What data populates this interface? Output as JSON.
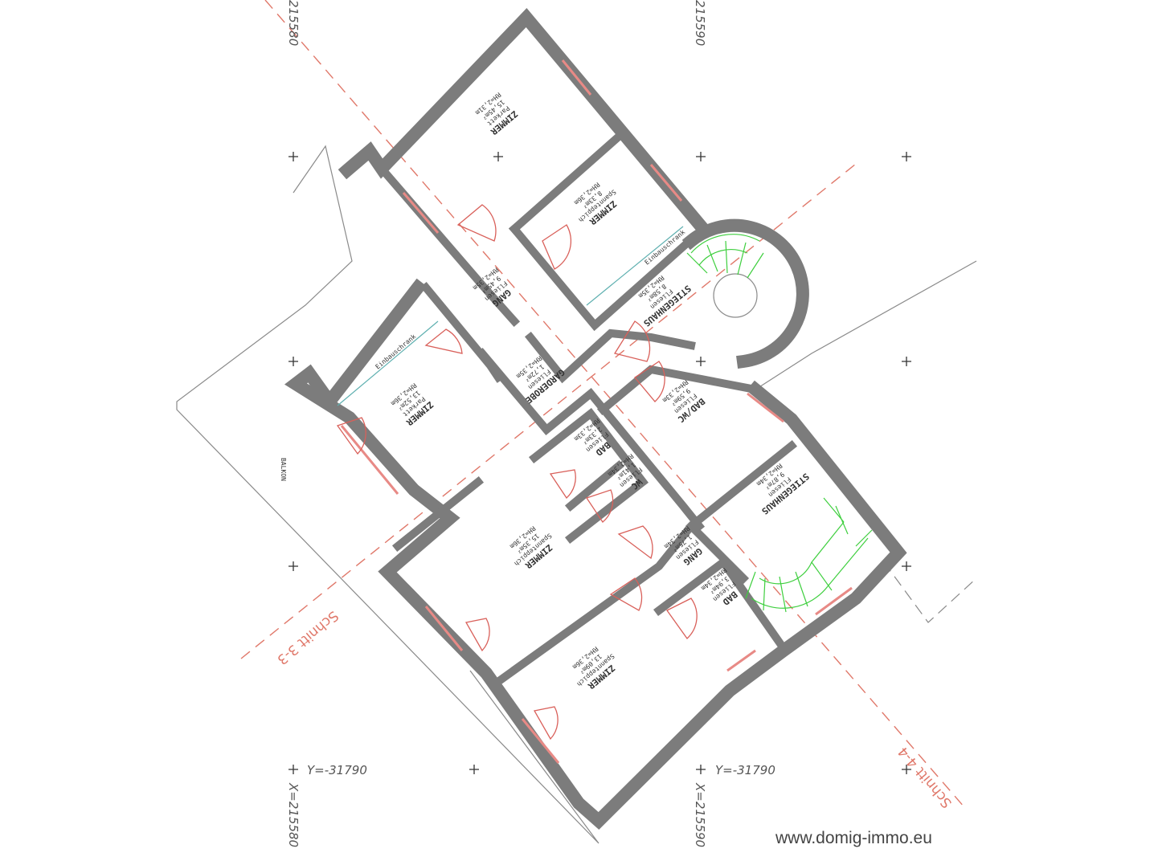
{
  "plan": {
    "rooms": [
      {
        "name": "ZIMMER",
        "floor": "Parkett",
        "area": "15,45m²",
        "height": "RH=2,31m"
      },
      {
        "name": "ZIMMER",
        "floor": "Spannteppich",
        "area": "8,33m²",
        "height": "RH=2,36m"
      },
      {
        "name": "GANG",
        "floor": "Fliesen",
        "area": "9,45m²",
        "height": "RH=2,35m"
      },
      {
        "name": "STIEGENHAUS",
        "floor": "Fliesen",
        "area": "8,58m²",
        "height": "RH=2,35m"
      },
      {
        "name": "ZIMMER",
        "floor": "Parkett",
        "area": "13,52m²",
        "height": "RH=2,36m"
      },
      {
        "name": "GARDEROBE",
        "floor": "Fliesen",
        "area": "1,72m²",
        "height": "RH=2,35m"
      },
      {
        "name": "BAD/WC",
        "floor": "Fliesen",
        "area": "9,59m²",
        "height": "RH=2,33m"
      },
      {
        "name": "BAD",
        "floor": "Fliesen",
        "area": "2,33m²",
        "height": "RH=2,33m"
      },
      {
        "name": "WC",
        "floor": "Fliesen",
        "area": "1,41m²",
        "height": "RH=2,34m"
      },
      {
        "name": "ZIMMER",
        "floor": "Spannteppich",
        "area": "15,35m²",
        "height": "RH=2,36m"
      },
      {
        "name": "STIEGENHAUS",
        "floor": "Fliesen",
        "area": "9,87m²",
        "height": "RH=2,34m"
      },
      {
        "name": "GANG",
        "floor": "Fliesen",
        "area": "1,75m²",
        "height": "RH=2,34m"
      },
      {
        "name": "BAD",
        "floor": "Fliesen",
        "area": "3,94m²",
        "height": "RH=2,34m"
      },
      {
        "name": "ZIMMER",
        "floor": "Spannteppich",
        "area": "13,09m²",
        "height": "RH=2,36m"
      }
    ],
    "balcony_label": "BALKON",
    "cabinet_labels": [
      "Einbauschrank",
      "Einbauschrank"
    ],
    "section_labels": [
      "Schnitt 3-3",
      "Schnitt 4-4"
    ],
    "coords": {
      "y_left": "Y=-31790",
      "y_right": "Y=-31790",
      "x_left": "X=215580",
      "x_right": "X=215590",
      "x_top_left": "215580",
      "x_top_right": "215590"
    }
  },
  "colors": {
    "wall": "#7c7c7c",
    "section_line": "#e0786a",
    "door": "#d9605a",
    "stair": "#3fcf3f",
    "cabinet": "#5fb0b0"
  },
  "watermark": "www.domig-immo.eu"
}
